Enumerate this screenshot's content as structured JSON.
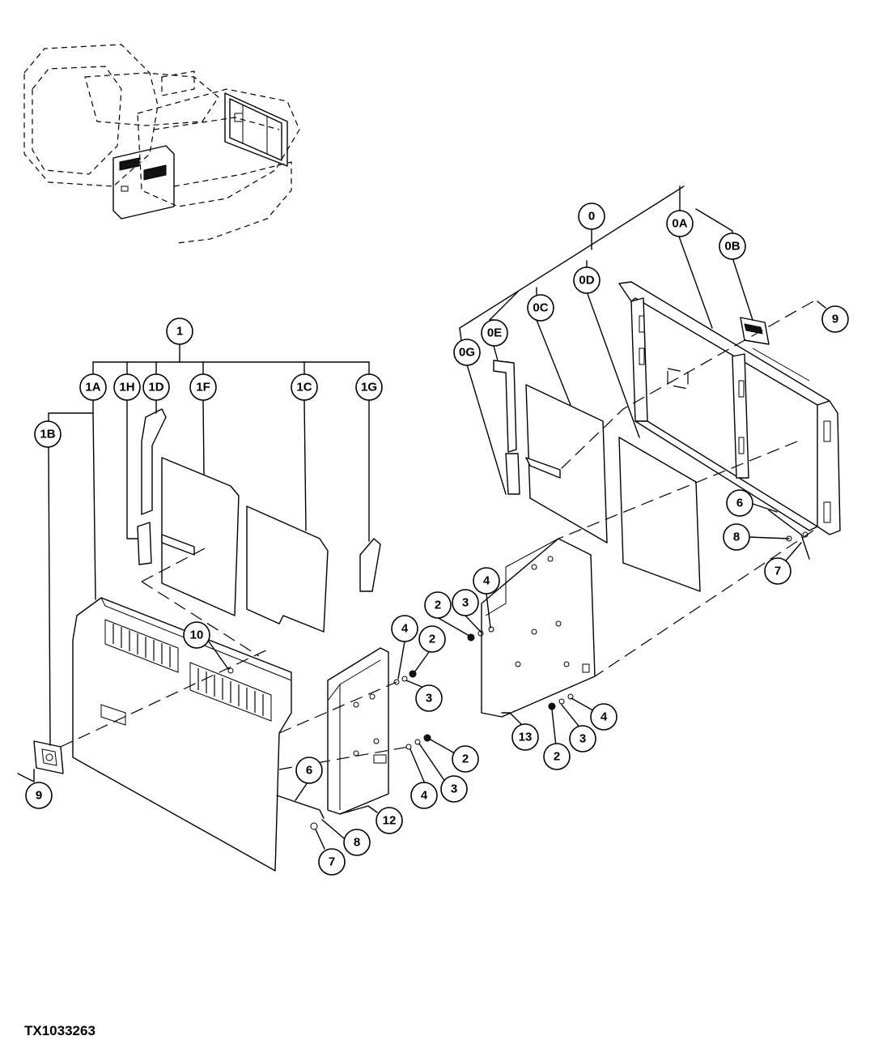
{
  "figure_id": "TX1033263",
  "callouts": {
    "c0": "0",
    "c0A": "0A",
    "c0B": "0B",
    "c0C": "0C",
    "c0D": "0D",
    "c0E": "0E",
    "c0G": "0G",
    "c1": "1",
    "c1A": "1A",
    "c1B": "1B",
    "c1C": "1C",
    "c1D": "1D",
    "c1F": "1F",
    "c1G": "1G",
    "c1H": "1H",
    "c2": "2",
    "c3": "3",
    "c4": "4",
    "c6": "6",
    "c7": "7",
    "c8": "8",
    "c9": "9",
    "c10": "10",
    "c12": "12",
    "c13": "13"
  }
}
